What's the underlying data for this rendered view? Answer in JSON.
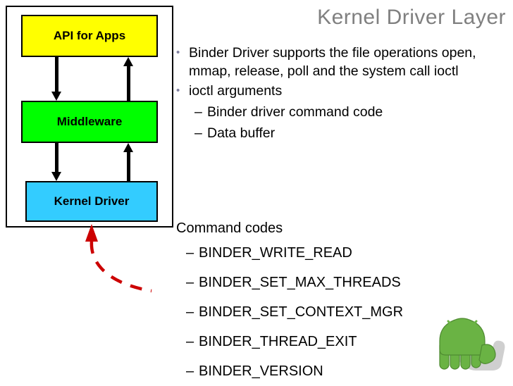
{
  "slide": {
    "title": "Kernel Driver Layer"
  },
  "diagram": {
    "boxes": [
      {
        "label": "API for Apps",
        "color": "#ffff00"
      },
      {
        "label": "Middleware",
        "color": "#00ff00"
      },
      {
        "label": "Kernel Driver",
        "color": "#33ccff"
      }
    ],
    "arrow_color": "#000000",
    "callout_arrow_color": "#cc0000"
  },
  "body": {
    "bullets": [
      {
        "mark": "•",
        "text": "Binder Driver supports the file operations open, mmap, release, poll and the system call ioctl",
        "subs": []
      },
      {
        "mark": "•",
        "text": "ioctl arguments",
        "subs": [
          {
            "mark": "–",
            "text": "Binder driver command code"
          },
          {
            "mark": "–",
            "text": "Data buffer"
          }
        ]
      }
    ]
  },
  "commands": {
    "title": "Command codes",
    "items": [
      {
        "mark": "–",
        "text": "BINDER_WRITE_READ"
      },
      {
        "mark": "–",
        "text": "BINDER_SET_MAX_THREADS"
      },
      {
        "mark": "–",
        "text": "BINDER_SET_CONTEXT_MGR"
      },
      {
        "mark": "–",
        "text": "BINDER_THREAD_EXIT"
      },
      {
        "mark": "–",
        "text": "BINDER_VERSION"
      }
    ]
  },
  "robot": {
    "body_color": "#6ab344",
    "shadow_color": "#bfbfbf"
  }
}
